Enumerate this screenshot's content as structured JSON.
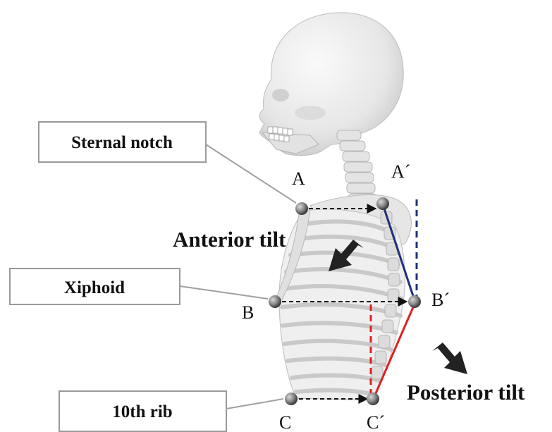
{
  "labels": {
    "sternal_notch": "Sternal notch",
    "xiphoid": "Xiphoid",
    "tenth_rib": "10th rib",
    "point_a": "A",
    "point_a_prime": "A´",
    "point_b": "B",
    "point_b_prime": "B´",
    "point_c": "C",
    "point_c_prime": "C´",
    "anterior_tilt": "Anterior tilt",
    "posterior_tilt": "Posterior tilt"
  },
  "colors": {
    "anterior_line": "#1f2f7a",
    "posterior_line": "#e02020",
    "marker": "#7a7a7a",
    "bone": "#ebebeb",
    "bone_shadow": "#c8c8c8",
    "arrow": "#222222"
  }
}
